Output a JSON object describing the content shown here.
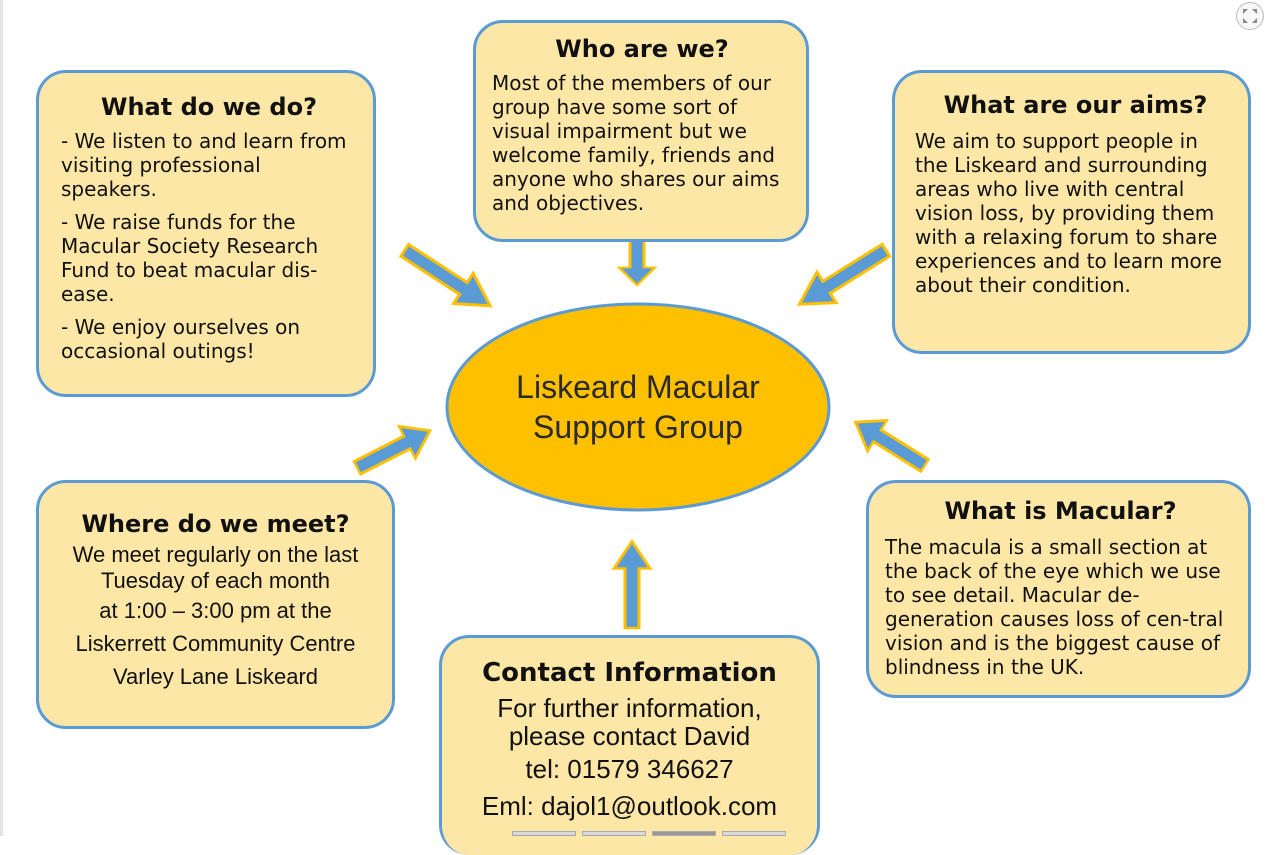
{
  "center": {
    "line1": "Liskeard Macular",
    "line2": "Support Group"
  },
  "boxes": {
    "what_do_we_do": {
      "title": "What do we do?",
      "items": [
        "- We listen to and learn from visiting professional speakers.",
        "- We raise funds for the Macular Society Research Fund to beat macular dis-ease.",
        "- We enjoy ourselves on occasional outings!"
      ]
    },
    "who_are_we": {
      "title": "Who are we?",
      "text": "Most of the members of our group have some sort of visual impairment but we welcome family, friends and anyone who shares our aims and objectives."
    },
    "aims": {
      "title": "What are our aims?",
      "text": "We aim to support people in the Liskeard and surrounding areas who live with central vision loss, by providing them with a relaxing forum to share experiences and to learn more about their condition."
    },
    "where": {
      "title": "Where do we meet?",
      "lines": [
        "We meet regularly on the last",
        "Tuesday of each month",
        "at 1:00 – 3:00 pm at the",
        "Liskerrett Community Centre",
        "Varley Lane Liskeard"
      ]
    },
    "contact": {
      "title": "Contact Information",
      "lines": [
        "For further information,",
        "please contact David",
        "tel: 01579 346627",
        "Eml: dajol1@outlook.com"
      ]
    },
    "macular": {
      "title": "What is Macular?",
      "text": "The macula is a small section at the back of the eye which we use to see detail. Macular de-generation causes loss of cen-tral vision and is the biggest cause of blindness in the UK."
    }
  },
  "colors": {
    "box_fill": "#fde7a6",
    "box_border": "#5b9bd5",
    "center_fill": "#ffc000",
    "arrow_fill": "#5b9bd5",
    "arrow_border": "#ffc000"
  },
  "icons": {
    "fullscreen": "fullscreen-icon"
  }
}
